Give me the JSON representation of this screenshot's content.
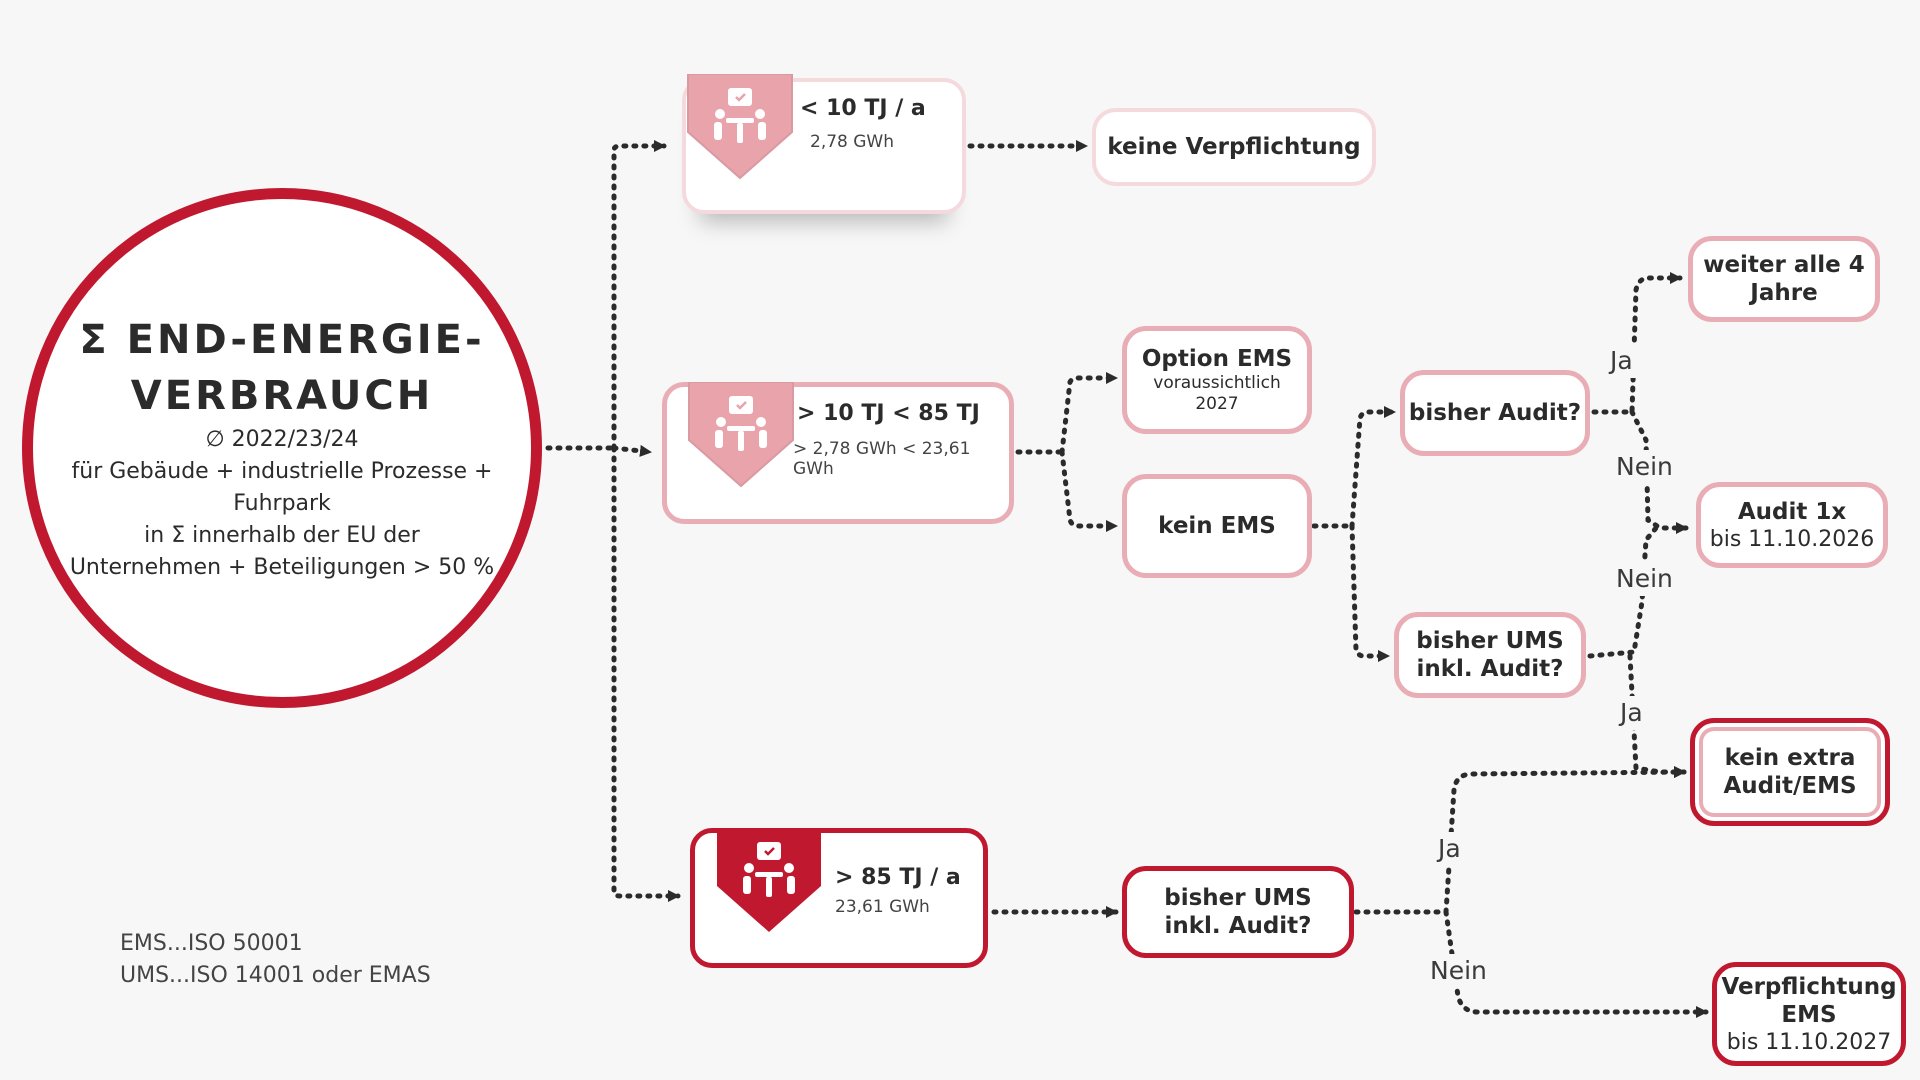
{
  "root": {
    "title_line1": "Σ END-ENERGIE-",
    "title_line2": "VERBRAUCH",
    "line1": "∅ 2022/23/24",
    "line2": "für Gebäude + industrielle Prozesse +",
    "line3": "Fuhrpark",
    "line4": "in Σ innerhalb der EU der",
    "line5": "Unternehmen + Beteiligungen > 50 %"
  },
  "tiers": {
    "low": {
      "title": "< 10 TJ / a",
      "sub": "2,78 GWh"
    },
    "mid": {
      "title": "> 10 TJ < 85 TJ",
      "sub": "> 2,78 GWh < 23,61 GWh"
    },
    "high": {
      "title": "> 85 TJ / a",
      "sub": "23,61 GWh"
    }
  },
  "nodes": {
    "keine_verpflichtung": "keine Verpflichtung",
    "option_ems": {
      "title": "Option EMS",
      "sub1": "voraussichtlich",
      "sub2": "2027"
    },
    "kein_ems": "kein EMS",
    "bisher_audit": "bisher Audit?",
    "bisher_ums_mid": {
      "line1": "bisher UMS",
      "line2": "inkl. Audit?"
    },
    "weiter": {
      "line1": "weiter alle 4",
      "line2": "Jahre"
    },
    "audit_1x": {
      "title": "Audit 1x",
      "sub": "bis 11.10.2026"
    },
    "kein_extra": {
      "line1": "kein extra",
      "line2": "Audit/EMS"
    },
    "bisher_ums_high": {
      "line1": "bisher UMS",
      "line2": "inkl. Audit?"
    },
    "verpflichtung_ems": {
      "line1": "Verpflichtung",
      "line2": "EMS",
      "sub": "bis 11.10.2027"
    }
  },
  "edge_labels": {
    "ja_top": "Ja",
    "nein_top": "Nein",
    "nein_mid": "Nein",
    "ja_mid": "Ja",
    "ja_bottom": "Ja",
    "nein_bottom": "Nein"
  },
  "legend": {
    "line1": "EMS...ISO 50001",
    "line2": "UMS...ISO 14001 oder EMAS"
  },
  "colors": {
    "accent": "#c0182f",
    "light_border": "#e9aeb5",
    "badge_light": "#e8a3ab",
    "connector": "#2b2b2b",
    "background": "#f7f7f7"
  },
  "icons": [
    "meeting-people-icon",
    "arrowhead-icon"
  ]
}
